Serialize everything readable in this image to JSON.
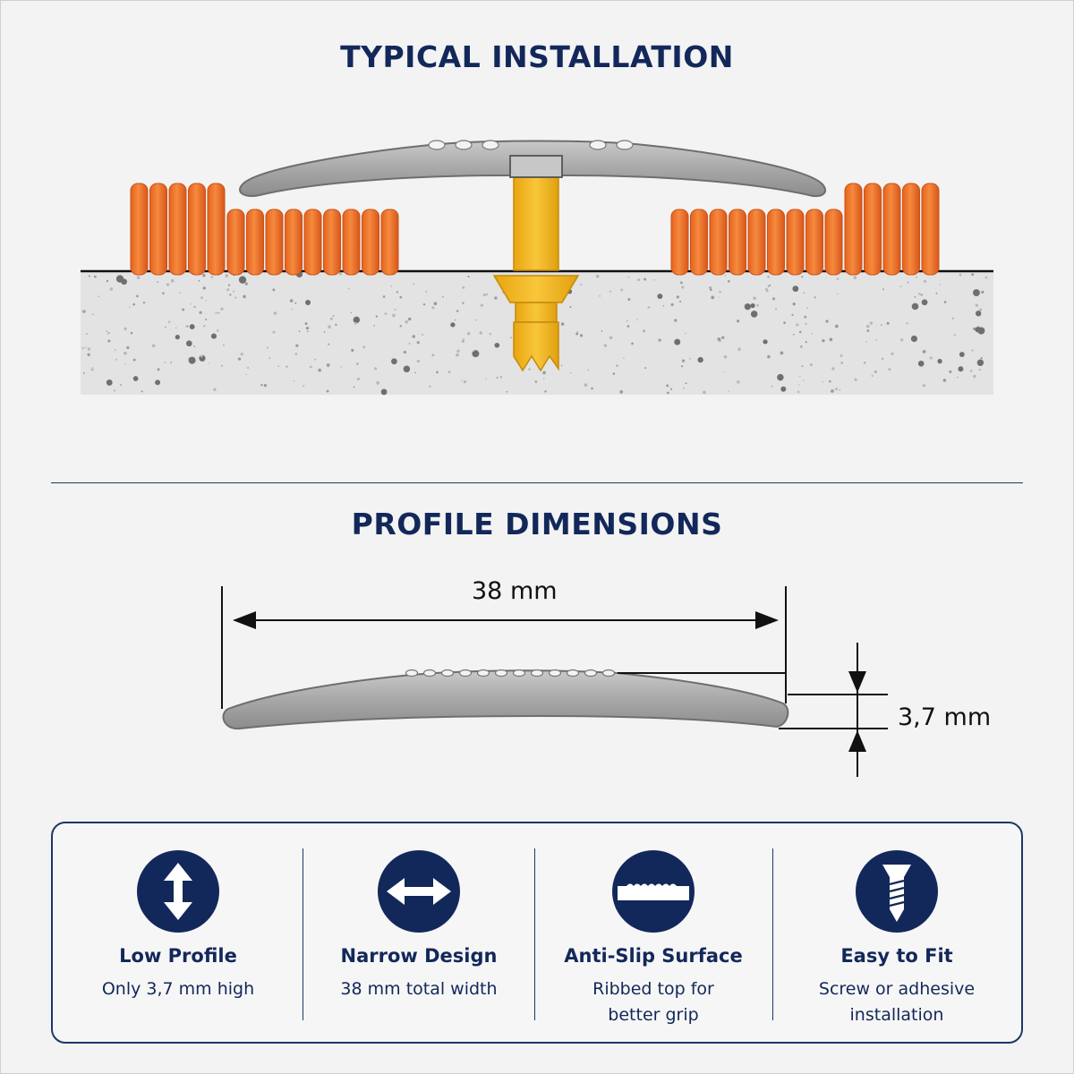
{
  "sections": {
    "installation_title": "TYPICAL INSTALLATION",
    "profile_title": "PROFILE DIMENSIONS"
  },
  "dimensions": {
    "width_label": "38 mm",
    "height_label": "3,7 mm"
  },
  "features": [
    {
      "icon": "vertical-arrow-icon",
      "title": "Low Profile",
      "desc_line1": "Only 3,7 mm high",
      "desc_line2": ""
    },
    {
      "icon": "horizontal-arrow-icon",
      "title": "Narrow Design",
      "desc_line1": "38 mm total width",
      "desc_line2": ""
    },
    {
      "icon": "ribbed-surface-icon",
      "title": "Anti-Slip Surface",
      "desc_line1": "Ribbed top for",
      "desc_line2": "better grip"
    },
    {
      "icon": "screw-icon",
      "title": "Easy to Fit",
      "desc_line1": "Screw or adhesive",
      "desc_line2": "installation"
    }
  ],
  "colors": {
    "navy": "#13285a",
    "carpet_orange": "#ef7a32",
    "brass_yellow": "#f2b51c",
    "profile_grey": "#a9a9a9",
    "concrete": "#e4e4e4"
  }
}
